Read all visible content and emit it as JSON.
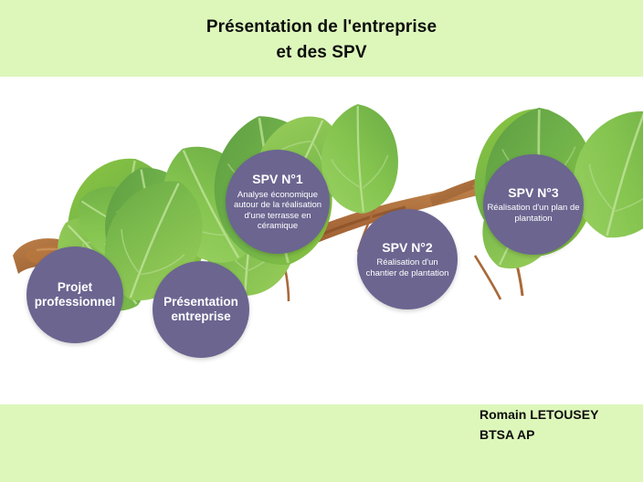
{
  "slide": {
    "title": "Présentation de l'entreprise\net des SPV",
    "background_color": "#ffffff",
    "band_color": "#ddf7bb",
    "node_color": "#6b6590",
    "branch_color": "#a9693a",
    "leaf_color": "#72b34a"
  },
  "nodes": [
    {
      "id": "projet-professionnel",
      "title": "Projet\nprofessionnel",
      "desc": ""
    },
    {
      "id": "presentation-entreprise",
      "title": "Présentation\nentreprise",
      "desc": ""
    },
    {
      "id": "spv-1",
      "title": "SPV N°1",
      "desc": "Analyse économique autour de la réalisation d'une terrasse en céramique"
    },
    {
      "id": "spv-2",
      "title": "SPV N°2",
      "desc": "Réalisation d'un chantier de plantation"
    },
    {
      "id": "spv-3",
      "title": "SPV N°3",
      "desc": "Réalisation d'un plan de plantation"
    }
  ],
  "footer": {
    "text": "Romain LETOUSEY\nBTSA AP"
  }
}
